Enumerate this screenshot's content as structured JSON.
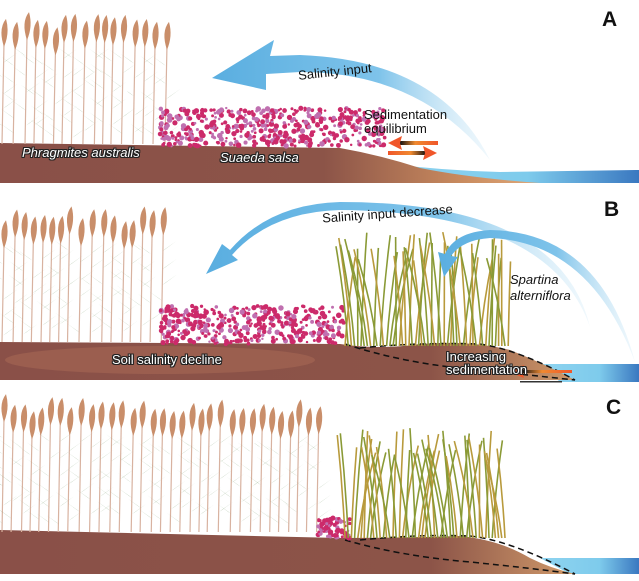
{
  "figure": {
    "panels": [
      {
        "letter": "A",
        "labels": {
          "arrow": "Salinity input",
          "sediment": [
            "Sedimentation",
            "equilibrium"
          ],
          "species_left": "Phragmites australis",
          "species_mid": "Suaeda salsa"
        }
      },
      {
        "letter": "B",
        "labels": {
          "arrow": "Salinity input decrease",
          "species_right": [
            "Spartina",
            "alterniflora"
          ],
          "soil": "Soil salinity decline",
          "sediment": [
            "Increasing",
            "sedimentation"
          ]
        }
      },
      {
        "letter": "C",
        "labels": {}
      }
    ],
    "colors": {
      "soil": "#8a5048",
      "soil_light": "#c88a5e",
      "water": "#7ecbec",
      "water_dark": "#3a78c0",
      "arrow": "#6fb6e0",
      "phragmites_plume": "#c98e6a",
      "phragmites_leaf": "#4f7a3e",
      "suaeda": "#cc2a6a",
      "spartina": "#8d8a2e",
      "sed_arrow": "#f0562a"
    }
  }
}
